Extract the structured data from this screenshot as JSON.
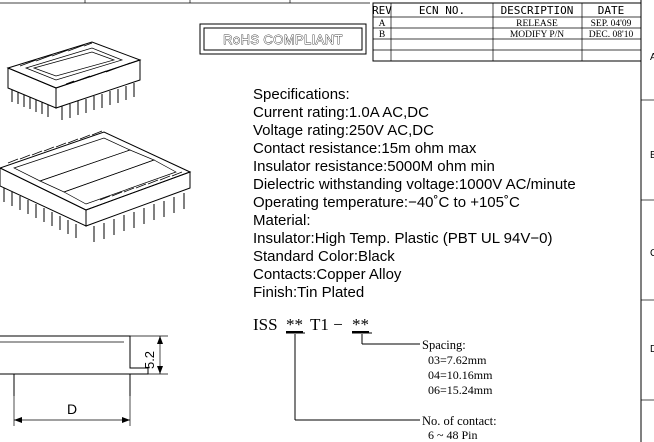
{
  "rohs_label": "RoHS COMPLIANT",
  "revision_table": {
    "headers": [
      "REV",
      "ECN NO.",
      "DESCRIPTION",
      "DATE"
    ],
    "rows": [
      {
        "rev": "A",
        "ecn": "",
        "description": "RELEASE",
        "date": "SEP. 04'09"
      },
      {
        "rev": "B",
        "ecn": "",
        "description": "MODIFY P/N",
        "date": "DEC. 08'10"
      }
    ]
  },
  "border_zones": [
    "A",
    "B",
    "C",
    "D"
  ],
  "specifications": {
    "title": "Specifications:",
    "lines": [
      "Current rating:1.0A AC,DC",
      "Voltage rating:250V AC,DC",
      "Contact resistance:15m ohm max",
      "Insulator resistance:5000M ohm min",
      "Dielectric withstanding voltage:1000V AC/minute",
      "Operating temperature:−40˚C to +105˚C",
      "Material:",
      "Insulator:High Temp. Plastic (PBT UL 94V−0)",
      "Standard Color:Black",
      "Contacts:Copper Alloy",
      "Finish:Tin Plated"
    ]
  },
  "part_number": {
    "prefix": "ISS",
    "contact_field": "**",
    "middle": "T1 −",
    "spacing_field": "**"
  },
  "spacing_note": {
    "title": "Spacing:",
    "options": [
      "03=7.62mm",
      "04=10.16mm",
      "06=15.24mm"
    ]
  },
  "contact_note": {
    "title": "No. of contact:",
    "range": "6 ~ 48 Pin"
  },
  "dimensions": {
    "height_label": "5.2",
    "length_label": "D"
  }
}
